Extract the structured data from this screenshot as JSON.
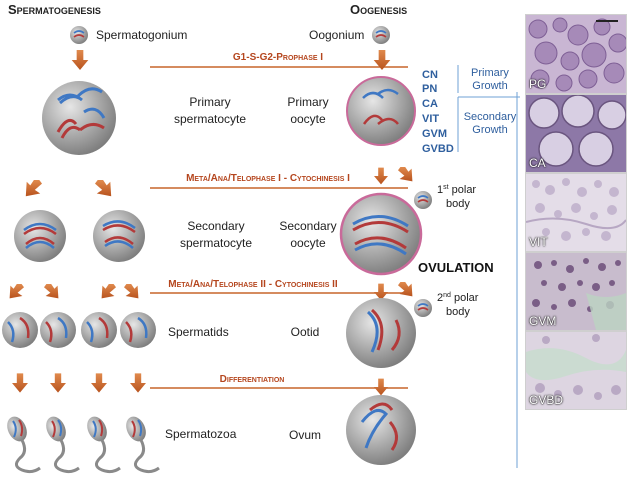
{
  "titles": {
    "spermatogenesis": "Spermatogenesis",
    "oogenesis": "Oogenesis"
  },
  "phases": {
    "p1": "G1-S-G2-Prophase I",
    "p2": "Meta/Ana/Telophase I - Cytochinesis I",
    "p3": "Meta/Ana/Telophase II - Cytochinesis II",
    "p4": "Differentiation"
  },
  "male": {
    "spermatogonium": "Spermatogonium",
    "primary_1": "Primary",
    "primary_2": "spermatocyte",
    "secondary_1": "Secondary",
    "secondary_2": "spermatocyte",
    "spermatids": "Spermatids",
    "spermatozoa": "Spermatozoa"
  },
  "female": {
    "oogonium": "Oogonium",
    "primary_1": "Primary",
    "primary_2": "oocyte",
    "secondary_1": "Secondary",
    "secondary_2": "oocyte",
    "ootid": "Ootid",
    "ovum": "Ovum",
    "polar1_num": "1",
    "polar1_sup": "st",
    "polar1_rest": " polar",
    "polar1_line2": "body",
    "polar2_num": "2",
    "polar2_sup": "nd",
    "polar2_rest": " polar",
    "polar2_line2": "body",
    "ovulation": "OVULATION"
  },
  "stages": {
    "cn": "CN",
    "pn": "PN",
    "ca": "CA",
    "vit": "VIT",
    "gvm": "GVM",
    "gvbd": "GVBD",
    "primary_growth_1": "Primary",
    "primary_growth_2": "Growth",
    "secondary_growth_1": "Secondary",
    "secondary_growth_2": "Growth"
  },
  "panels": {
    "pg": "PG",
    "ca": "CA",
    "vit": "VIT",
    "gvm": "GVM",
    "gvbd": "GVBD"
  },
  "colors": {
    "arrow": "#c7652a",
    "phase_text": "#b5461e",
    "stage_text": "#2f5f9e",
    "bracket": "#6fa2d6",
    "chrom_red": "#b33a3a",
    "chrom_blue": "#3f78c4",
    "cell": "#9a9a9a",
    "oocyte_ring": "#c96a9a"
  }
}
